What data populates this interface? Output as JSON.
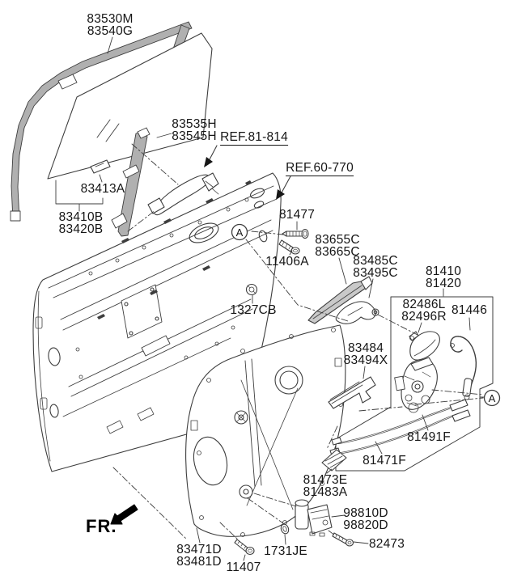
{
  "colors": {
    "line": "#3d3d3d",
    "text": "#161616",
    "hatch_fill": "#b0b0b0"
  },
  "direction_indicator": {
    "label": "FR."
  },
  "detail_markers": [
    {
      "label": "A"
    },
    {
      "label": "A"
    }
  ],
  "ref_labels": [
    {
      "id": "ref-81-814",
      "text": "REF.81-814"
    },
    {
      "id": "ref-60-770",
      "text": "REF.60-770"
    }
  ],
  "part_labels": [
    {
      "id": "glass-run-channel",
      "line1": "83530M",
      "line2": "83540G"
    },
    {
      "id": "rear-channel",
      "line1": "83535H",
      "line2": "83545H"
    },
    {
      "id": "glass-grip",
      "line1": "83413A"
    },
    {
      "id": "door-glass",
      "line1": "83410B",
      "line2": "83420B"
    },
    {
      "id": "screw-81477",
      "line1": "81477"
    },
    {
      "id": "bolt-11406a",
      "line1": "11406A"
    },
    {
      "id": "handle-base",
      "line1": "83655C",
      "line2": "83665C"
    },
    {
      "id": "handle-bracket",
      "line1": "83485C",
      "line2": "83495C"
    },
    {
      "id": "latch-assembly",
      "line1": "81410",
      "line2": "81420"
    },
    {
      "id": "latch-cover",
      "line1": "82486L",
      "line2": "82496R"
    },
    {
      "id": "lock-cable",
      "line1": "81446"
    },
    {
      "id": "nut-1327cb",
      "line1": "1327CB"
    },
    {
      "id": "guide-bracket",
      "line1": "83484",
      "line2": "83494X"
    },
    {
      "id": "cable-81491f",
      "line1": "81491F"
    },
    {
      "id": "cable-81471f",
      "line1": "81471F"
    },
    {
      "id": "grommet",
      "line1": "81473E",
      "line2": "81483A"
    },
    {
      "id": "actuator",
      "line1": "98810D",
      "line2": "98820D"
    },
    {
      "id": "screw-82473",
      "line1": "82473"
    },
    {
      "id": "ring-1731je",
      "line1": "1731JE"
    },
    {
      "id": "module-panel",
      "line1": "83471D",
      "line2": "83481D"
    },
    {
      "id": "bolt-11407",
      "line1": "11407"
    }
  ]
}
